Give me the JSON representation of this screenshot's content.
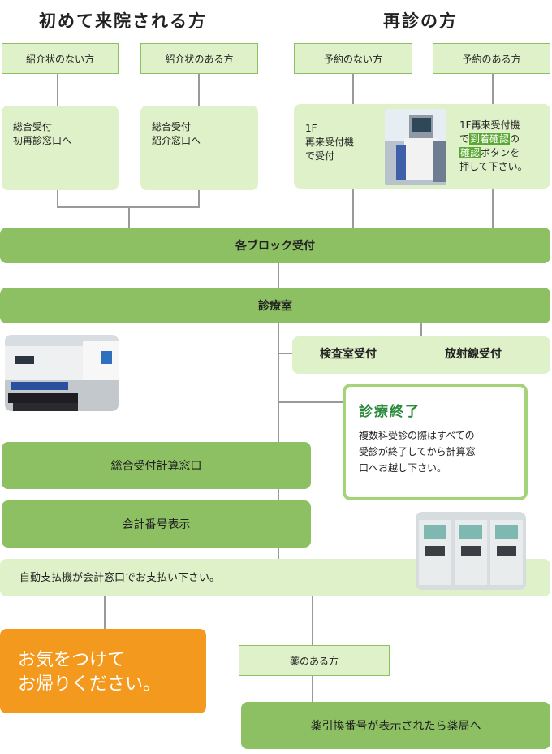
{
  "headings": {
    "first_visit": "初めて来院される方",
    "revisit": "再診の方"
  },
  "first": {
    "no_referral_label": "紹介状のない方",
    "with_referral_label": "紹介状のある方",
    "no_referral_desc_1": "総合受付",
    "no_referral_desc_2": "初再診窓口へ",
    "with_referral_desc_1": "総合受付",
    "with_referral_desc_2": "紹介窓口へ"
  },
  "revisit": {
    "no_appt_label": "予約のない方",
    "appt_label": "予約のある方",
    "no_appt_desc_1": "1F",
    "no_appt_desc_2": "再来受付機",
    "no_appt_desc_3": "で受付",
    "appt_desc_1": "1F再来受付機",
    "appt_desc_2a": "で",
    "appt_desc_2b": "到着確認",
    "appt_desc_2c": "の",
    "appt_desc_3a": "確認",
    "appt_desc_3b": "ボタンを",
    "appt_desc_4": "押して下さい。"
  },
  "flow": {
    "block_reception": "各ブロック受付",
    "exam_room": "診療室",
    "lab_reception": "検査室受付",
    "radiology_reception": "放射線受付",
    "exam_done_title": "診療終了",
    "exam_done_1": "複数科受診の際はすべての",
    "exam_done_2": "受診が終了してから計算窓",
    "exam_done_3": "口へお越し下さい。",
    "billing_window": "総合受付計算窓口",
    "number_display": "会計番号表示",
    "auto_pay": "自動支払機が会計窓口でお支払い下さい。",
    "farewell_1": "お気をつけて",
    "farewell_2": "お帰りください。",
    "medicine_label": "薬のある方",
    "pharmacy": "薬引換番号が表示されたら薬局へ"
  },
  "colors": {
    "bar": "#8cc063",
    "pale": "#dff1c8",
    "accent": "#5aa832",
    "orange": "#f39a1e"
  }
}
